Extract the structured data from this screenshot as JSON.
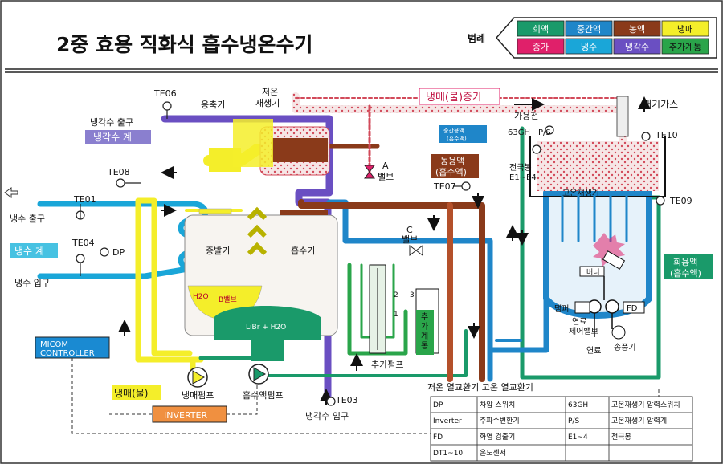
{
  "title": "2중  효용 직화식 흡수냉온수기",
  "legend": {
    "label": "범례",
    "items": [
      {
        "text": "희액",
        "bg": "#1a9a6a",
        "fg": "#ffffff"
      },
      {
        "text": "중간액",
        "bg": "#1f86c9",
        "fg": "#ffffff"
      },
      {
        "text": "농액",
        "bg": "#8a3a1a",
        "fg": "#ffffff"
      },
      {
        "text": "냉매",
        "bg": "#f4ee2a",
        "fg": "#111111"
      },
      {
        "text": "증가",
        "bg": "#e0206a",
        "fg": "#ffffff"
      },
      {
        "text": "냉수",
        "bg": "#1aa6d8",
        "fg": "#ffffff"
      },
      {
        "text": "냉각수",
        "bg": "#6a4fc2",
        "fg": "#ffffff"
      },
      {
        "text": "추가계통",
        "bg": "#2aa54a",
        "fg": "#111111"
      }
    ]
  },
  "labels": {
    "cooling_out": "냉각수 출구",
    "cooling_line": "냉각수 계",
    "te06": "TE06",
    "condenser": "응축기",
    "low_regen_1": "저온",
    "low_regen_2": "재생기",
    "refrigerant_vapor": "냉매(물)증가",
    "exhaust": "배기가스",
    "te10": "TE10",
    "te08": "TE08",
    "mid_liquid_1": "중간용액",
    "mid_liquid_2": "(흡수액)",
    "rich_1": "농용액",
    "rich_2": "(흡수액)",
    "valve_a_1": "A",
    "valve_a_2": "밸브",
    "te07": "TE07",
    "gas_63gh": "63GH",
    "gas_ps": "P/S",
    "combust": "가용전",
    "electrode_1": "전극봉",
    "electrode_2": "E1~E4",
    "high_regen": "고온재생기",
    "te09": "TE09",
    "te01": "TE01",
    "chilled_out": "냉수 출구",
    "chilled_line": "냉수 계",
    "te04": "TE04",
    "dp": "DP",
    "chilled_in": "냉수 입구",
    "evaporator": "증발기",
    "absorber": "흡수기",
    "valve_c_1": "C",
    "valve_c_2": "밸브",
    "h2o": "H2O",
    "b_valve": "B밸브",
    "libr": "LiBr + H2O",
    "burner": "버너",
    "damper": "댐퍼",
    "fd": "FD",
    "fuel_valve_1": "연료",
    "fuel_valve_2": "제어밸브",
    "fuel": "연료",
    "blower": "송풍기",
    "dilute_1": "희용액",
    "dilute_2": "(흡수액)",
    "add_1": "추",
    "add_2": "가",
    "add_3": "계",
    "add_4": "통",
    "micom_1": "MICOM",
    "micom_2": "CONTROLLER",
    "add_pump": "추가펌프",
    "refrigerant_water": "냉매(물)",
    "ref_pump": "냉매펌프",
    "abs_pump": "흡수액펌프",
    "te03": "TE03",
    "cooling_in": "냉각수 입구",
    "inverter": "INVERTER",
    "hx": "저온 열교환기  고온 열교환기",
    "n1": "1",
    "n2": "2",
    "n3": "3"
  },
  "table": {
    "rows": [
      [
        "DP",
        "차압 스위치",
        "63GH",
        "고온재생기 압력스위치"
      ],
      [
        "Inverter",
        "주파수변환기",
        "P/S",
        "고온재생기 압력계"
      ],
      [
        "FD",
        "화염 검출기",
        "E1~4",
        "전극봉"
      ],
      [
        "DT1~10",
        "온도센서",
        "",
        ""
      ]
    ]
  }
}
